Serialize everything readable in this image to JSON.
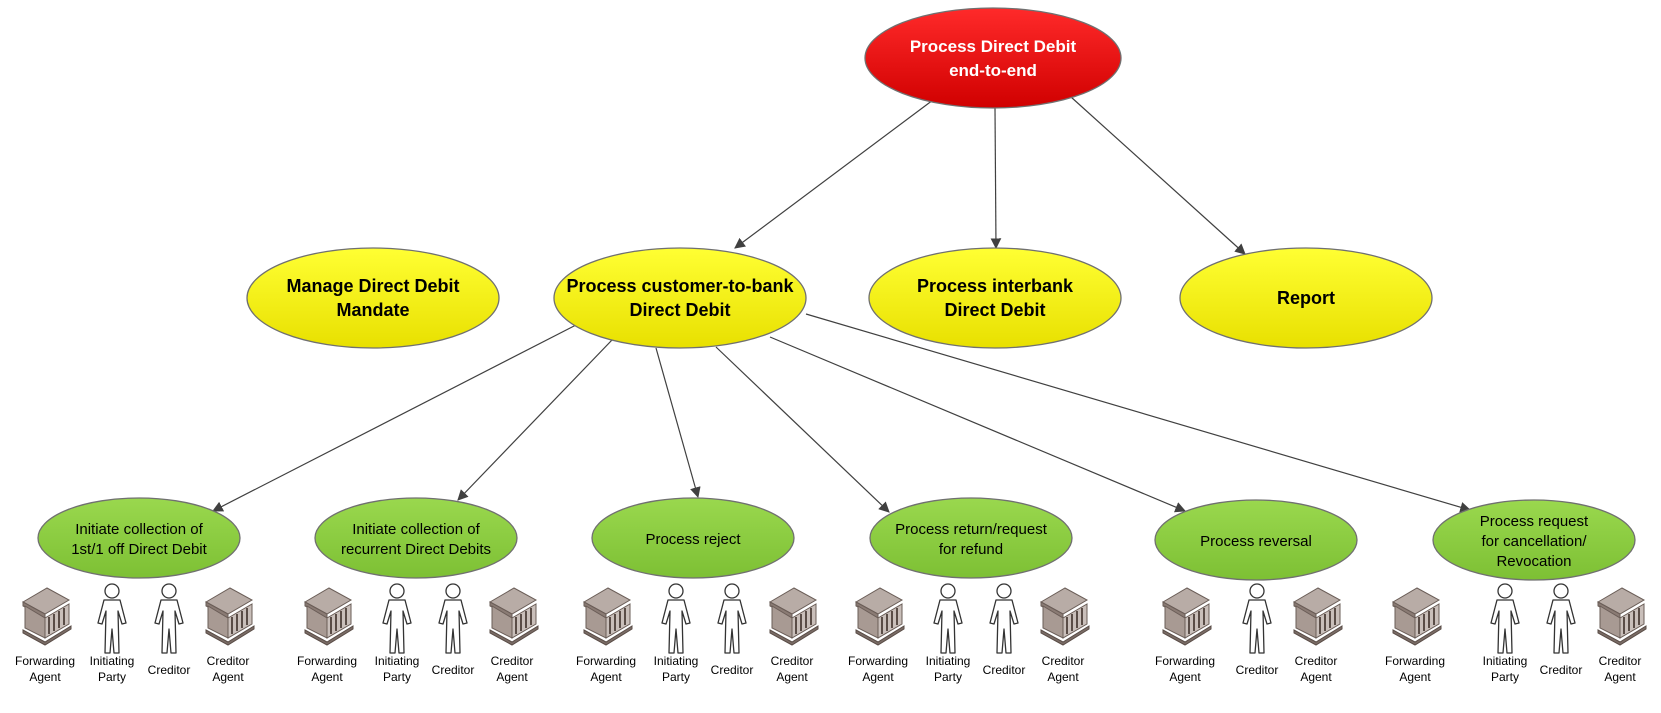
{
  "colors": {
    "root_fill": "#e8000a",
    "level1_fill": "#f4f000",
    "leaf_fill": "#8dcf3f",
    "ellipse_stroke": "#707070",
    "edge": "#404040"
  },
  "root": {
    "id": "root",
    "lines": [
      "Process Direct Debit",
      "end-to-end"
    ]
  },
  "level1": [
    {
      "id": "mandate",
      "lines": [
        "Manage Direct Debit",
        "Mandate"
      ]
    },
    {
      "id": "c2b",
      "lines": [
        "Process customer-to-bank",
        "Direct Debit"
      ]
    },
    {
      "id": "interbank",
      "lines": [
        "Process interbank",
        "Direct Debit"
      ]
    },
    {
      "id": "report",
      "lines": [
        "Report"
      ]
    }
  ],
  "leaves": [
    {
      "id": "initiate-1st",
      "lines": [
        "Initiate collection of",
        "1st/1 off Direct Debit"
      ],
      "actors": [
        {
          "type": "bank-icon",
          "label": [
            "Forwarding",
            "Agent"
          ]
        },
        {
          "type": "person-icon",
          "label": [
            "Initiating",
            "Party"
          ]
        },
        {
          "type": "person-icon",
          "label": [
            "Creditor"
          ]
        },
        {
          "type": "bank-icon",
          "label": [
            "Creditor",
            "Agent"
          ]
        }
      ]
    },
    {
      "id": "initiate-recurrent",
      "lines": [
        "Initiate collection of",
        "recurrent Direct Debits"
      ],
      "actors": [
        {
          "type": "bank-icon",
          "label": [
            "Forwarding",
            "Agent"
          ]
        },
        {
          "type": "person-icon",
          "label": [
            "Initiating",
            "Party"
          ]
        },
        {
          "type": "person-icon",
          "label": [
            "Creditor"
          ]
        },
        {
          "type": "bank-icon",
          "label": [
            "Creditor",
            "Agent"
          ]
        }
      ]
    },
    {
      "id": "reject",
      "lines": [
        "Process reject"
      ],
      "actors": [
        {
          "type": "bank-icon",
          "label": [
            "Forwarding",
            "Agent"
          ]
        },
        {
          "type": "person-icon",
          "label": [
            "Initiating",
            "Party"
          ]
        },
        {
          "type": "person-icon",
          "label": [
            "Creditor"
          ]
        },
        {
          "type": "bank-icon",
          "label": [
            "Creditor",
            "Agent"
          ]
        }
      ]
    },
    {
      "id": "return",
      "lines": [
        "Process return/request",
        "for refund"
      ],
      "actors": [
        {
          "type": "bank-icon",
          "label": [
            "Forwarding",
            "Agent"
          ]
        },
        {
          "type": "person-icon",
          "label": [
            "Initiating",
            "Party"
          ]
        },
        {
          "type": "person-icon",
          "label": [
            "Creditor"
          ]
        },
        {
          "type": "bank-icon",
          "label": [
            "Creditor",
            "Agent"
          ]
        }
      ]
    },
    {
      "id": "reversal",
      "lines": [
        "Process reversal"
      ],
      "actors": [
        {
          "type": "bank-icon",
          "label": [
            "Forwarding",
            "Agent"
          ]
        },
        {
          "type": "person-icon",
          "label": [
            "Creditor"
          ]
        },
        {
          "type": "bank-icon",
          "label": [
            "Creditor",
            "Agent"
          ]
        }
      ]
    },
    {
      "id": "cancellation",
      "lines": [
        "Process request",
        "for cancellation/",
        "Revocation"
      ],
      "actors": [
        {
          "type": "bank-icon",
          "label": [
            "Forwarding",
            "Agent"
          ]
        },
        {
          "type": "person-icon",
          "label": [
            "Initiating",
            "Party"
          ]
        },
        {
          "type": "person-icon",
          "label": [
            "Creditor"
          ]
        },
        {
          "type": "bank-icon",
          "label": [
            "Creditor",
            "Agent"
          ]
        }
      ]
    }
  ],
  "edges": [
    {
      "from": "root",
      "to": "c2b"
    },
    {
      "from": "root",
      "to": "interbank"
    },
    {
      "from": "root",
      "to": "report"
    },
    {
      "from": "c2b",
      "to": "initiate-1st"
    },
    {
      "from": "c2b",
      "to": "initiate-recurrent"
    },
    {
      "from": "c2b",
      "to": "reject"
    },
    {
      "from": "c2b",
      "to": "return"
    },
    {
      "from": "c2b",
      "to": "reversal"
    },
    {
      "from": "c2b",
      "to": "cancellation"
    }
  ]
}
